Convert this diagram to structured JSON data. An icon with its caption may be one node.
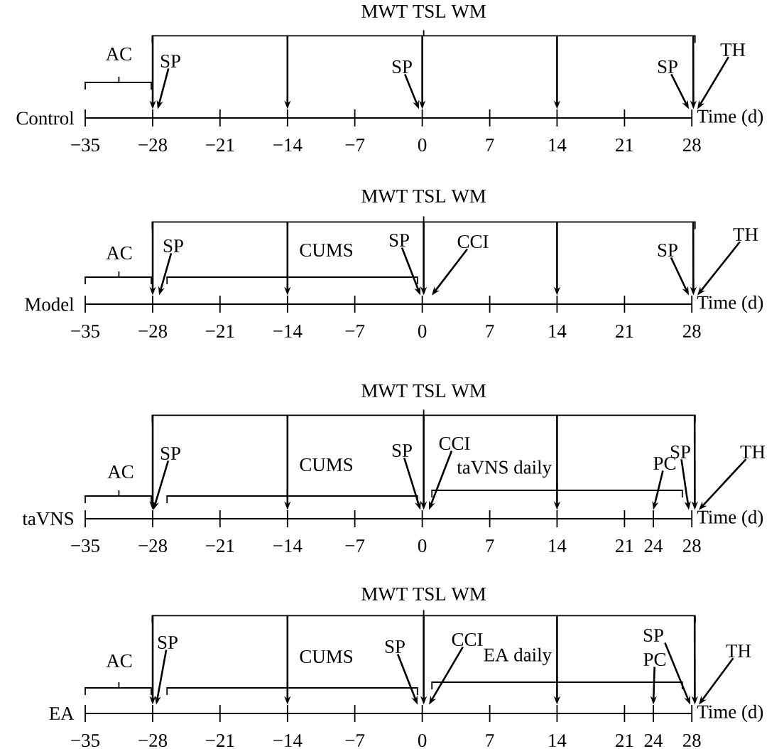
{
  "diagram": {
    "nodes": [
      {
        "text": [
          "SP"
        ]
      },
      {
        "text": [
          "SP"
        ]
      },
      {
        "text": [
          "SP"
        ]
      },
      {
        "text": [
          "TH"
        ]
      },
      {
        "text": [
          "SP"
        ]
      },
      {
        "text": [
          "SP"
        ]
      },
      {
        "text": [
          "CCI"
        ]
      },
      {
        "text": [
          "SP"
        ]
      },
      {
        "text": [
          "TH"
        ]
      },
      {
        "text": [
          "SP"
        ]
      },
      {
        "text": [
          "SP"
        ]
      },
      {
        "text": [
          "CCI"
        ]
      },
      {
        "text": [
          "PC"
        ]
      },
      {
        "text": [
          "SP"
        ]
      },
      {
        "text": [
          "TH"
        ]
      },
      {
        "text": [
          "SP"
        ]
      },
      {
        "text": [
          "SP"
        ]
      },
      {
        "text": [
          "CCI"
        ]
      },
      {
        "text": [
          "SP"
        ]
      },
      {
        "text": [
          "PC"
        ]
      },
      {
        "text": [
          "TH"
        ]
      },
      {
        "text": [
          "MWT TSL WM"
        ]
      },
      {
        "text": [],
        "shape": "bar"
      },
      {
        "text": [
          "MWT TSL WM"
        ]
      },
      {
        "text": [],
        "shape": "bar"
      },
      {
        "text": [
          "MWT TSL WM"
        ]
      },
      {
        "text": [],
        "shape": "bar"
      },
      {
        "text": [
          "MWT TSL WM"
        ]
      },
      {
        "text": [],
        "shape": "bar"
      }
    ],
    "edges": [
      {
        "from": 0,
        "to": 22,
        "arrow": "to"
      },
      {
        "from": 1,
        "to": 22,
        "arrow": "to"
      },
      {
        "from": 2,
        "to": 22,
        "arrow": "to"
      },
      {
        "from": 3,
        "to": 22,
        "arrow": "to"
      },
      {
        "from": 4,
        "to": 24,
        "arrow": "to"
      },
      {
        "from": 5,
        "to": 24,
        "arrow": "to"
      },
      {
        "from": 6,
        "to": 24,
        "arrow": "to"
      },
      {
        "from": 7,
        "to": 24,
        "arrow": "to"
      },
      {
        "from": 8,
        "to": 24,
        "arrow": "to"
      },
      {
        "from": 9,
        "to": 26,
        "arrow": "to"
      },
      {
        "from": 10,
        "to": 26,
        "arrow": "to"
      },
      {
        "from": 11,
        "to": 26,
        "arrow": "to"
      },
      {
        "from": 12,
        "to": 26,
        "arrow": "to"
      },
      {
        "from": 13,
        "to": 26,
        "arrow": "to"
      },
      {
        "from": 14,
        "to": 26,
        "arrow": "to"
      },
      {
        "from": 15,
        "to": 28,
        "arrow": "to"
      },
      {
        "from": 16,
        "to": 28,
        "arrow": "to"
      },
      {
        "from": 17,
        "to": 28,
        "arrow": "to"
      },
      {
        "from": 18,
        "to": 28,
        "arrow": "to"
      },
      {
        "from": 19,
        "to": 28,
        "arrow": "to"
      },
      {
        "from": 20,
        "to": 28,
        "arrow": "to"
      },
      {
        "from": 21,
        "to": 22,
        "arrow": "to"
      },
      {
        "from": 21,
        "to": 22,
        "arrow": "to"
      },
      {
        "from": 21,
        "to": 22,
        "arrow": "to"
      },
      {
        "from": 21,
        "to": 22,
        "arrow": "to"
      },
      {
        "from": 21,
        "to": 22,
        "arrow": "to"
      },
      {
        "from": 23,
        "to": 24,
        "arrow": "to"
      },
      {
        "from": 23,
        "to": 24,
        "arrow": "to"
      },
      {
        "from": 23,
        "to": 24,
        "arrow": "to"
      },
      {
        "from": 23,
        "to": 24,
        "arrow": "to"
      },
      {
        "from": 23,
        "to": 24,
        "arrow": "to"
      },
      {
        "from": 25,
        "to": 26,
        "arrow": "to"
      },
      {
        "from": 25,
        "to": 26,
        "arrow": "to"
      },
      {
        "from": 25,
        "to": 26,
        "arrow": "to"
      },
      {
        "from": 25,
        "to": 26,
        "arrow": "to"
      },
      {
        "from": 25,
        "to": 26,
        "arrow": "to"
      },
      {
        "from": 27,
        "to": 28,
        "arrow": "to"
      },
      {
        "from": 27,
        "to": 28,
        "arrow": "to"
      },
      {
        "from": 27,
        "to": 28,
        "arrow": "to"
      },
      {
        "from": 27,
        "to": 28,
        "arrow": "to"
      },
      {
        "from": 27,
        "to": 28,
        "arrow": "to"
      }
    ],
    "labels": [
      "AC",
      "Control",
      "Time (d)",
      "−35",
      "−28",
      "−21",
      "−14",
      "−7",
      "0",
      "7",
      "14",
      "21",
      "28",
      "AC",
      "CUMS",
      "Model",
      "Time (d)",
      "−35",
      "−28",
      "−21",
      "−14",
      "−7",
      "0",
      "7",
      "14",
      "21",
      "28",
      "AC",
      "CUMS",
      "taVNS daily",
      "taVNS",
      "Time (d)",
      "−35",
      "−28",
      "−21",
      "−14",
      "−7",
      "0",
      "7",
      "14",
      "21",
      "24",
      "28",
      "AC",
      "CUMS",
      "EA daily",
      "EA",
      "Time (d)",
      "−35",
      "−28",
      "−21",
      "−14",
      "−7",
      "0",
      "7",
      "14",
      "21",
      "24",
      "28"
    ]
  }
}
